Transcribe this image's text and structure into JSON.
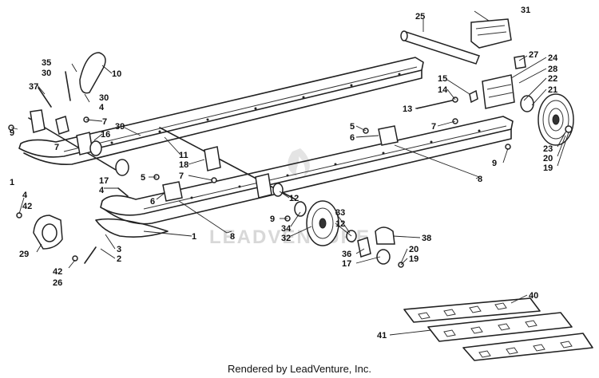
{
  "watermark": "LEADVENTURE",
  "credit": "Rendered by LeadVenture, Inc.",
  "callouts": [
    {
      "id": "c35",
      "label": "35"
    },
    {
      "id": "c30a",
      "label": "30"
    },
    {
      "id": "c37",
      "label": "37"
    },
    {
      "id": "c10",
      "label": "10"
    },
    {
      "id": "c30b",
      "label": "30"
    },
    {
      "id": "c4a",
      "label": "4"
    },
    {
      "id": "c9a",
      "label": "9"
    },
    {
      "id": "c7a",
      "label": "7"
    },
    {
      "id": "c16",
      "label": "16"
    },
    {
      "id": "c39",
      "label": "39"
    },
    {
      "id": "c7b",
      "label": "7"
    },
    {
      "id": "c11",
      "label": "11"
    },
    {
      "id": "c18",
      "label": "18"
    },
    {
      "id": "c1a",
      "label": "1"
    },
    {
      "id": "c7c",
      "label": "7"
    },
    {
      "id": "c5a",
      "label": "5"
    },
    {
      "id": "c17a",
      "label": "17"
    },
    {
      "id": "c4b",
      "label": "4"
    },
    {
      "id": "c6a",
      "label": "6"
    },
    {
      "id": "c4c",
      "label": "4"
    },
    {
      "id": "c42a",
      "label": "42"
    },
    {
      "id": "c8a",
      "label": "8"
    },
    {
      "id": "c1b",
      "label": "1"
    },
    {
      "id": "c3",
      "label": "3"
    },
    {
      "id": "c2",
      "label": "2"
    },
    {
      "id": "c29",
      "label": "29"
    },
    {
      "id": "c42b",
      "label": "42"
    },
    {
      "id": "c26",
      "label": "26"
    },
    {
      "id": "c25",
      "label": "25"
    },
    {
      "id": "c31",
      "label": "31"
    },
    {
      "id": "c27",
      "label": "27"
    },
    {
      "id": "c24",
      "label": "24"
    },
    {
      "id": "c28",
      "label": "28"
    },
    {
      "id": "c22",
      "label": "22"
    },
    {
      "id": "c21",
      "label": "21"
    },
    {
      "id": "c15",
      "label": "15"
    },
    {
      "id": "c14",
      "label": "14"
    },
    {
      "id": "c13",
      "label": "13"
    },
    {
      "id": "c7d",
      "label": "7"
    },
    {
      "id": "c5b",
      "label": "5"
    },
    {
      "id": "c6b",
      "label": "6"
    },
    {
      "id": "c23",
      "label": "23"
    },
    {
      "id": "c20a",
      "label": "20"
    },
    {
      "id": "c19a",
      "label": "19"
    },
    {
      "id": "c9b",
      "label": "9"
    },
    {
      "id": "c8b",
      "label": "8"
    },
    {
      "id": "c12a",
      "label": "12"
    },
    {
      "id": "c9c",
      "label": "9"
    },
    {
      "id": "c34",
      "label": "34"
    },
    {
      "id": "c33",
      "label": "33"
    },
    {
      "id": "c12b",
      "label": "12"
    },
    {
      "id": "c32",
      "label": "32"
    },
    {
      "id": "c38",
      "label": "38"
    },
    {
      "id": "c36",
      "label": "36"
    },
    {
      "id": "c20b",
      "label": "20"
    },
    {
      "id": "c17b",
      "label": "17"
    },
    {
      "id": "c19b",
      "label": "19"
    },
    {
      "id": "c40",
      "label": "40"
    },
    {
      "id": "c41",
      "label": "41"
    }
  ]
}
